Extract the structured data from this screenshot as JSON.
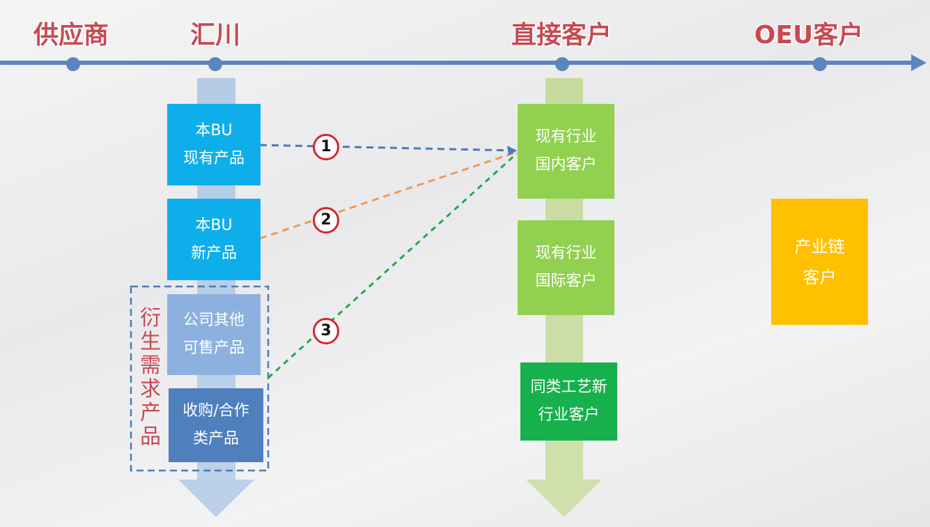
{
  "timeline": {
    "labels": [
      "供应商",
      "汇川",
      "直接客户",
      "OEU客户"
    ]
  },
  "left_column": {
    "existing_product": [
      "本BU",
      "现有产品"
    ],
    "new_product": [
      "本BU",
      "新产品"
    ],
    "other_products": [
      "公司其他",
      "可售产品"
    ],
    "acquired_products": [
      "收购/合作",
      "类产品"
    ],
    "derived_group_label": "衍生需求产品"
  },
  "middle_column": {
    "domestic": [
      "现有行业",
      "国内客户"
    ],
    "international": [
      "现有行业",
      "国际客户"
    ],
    "new_industry": [
      "同类工艺新",
      "行业客户"
    ]
  },
  "right_column": {
    "chain": [
      "产业链",
      "客户"
    ]
  },
  "paths": [
    {
      "number": "1",
      "color": "#4a7ab8"
    },
    {
      "number": "2",
      "color": "#ee9a55"
    },
    {
      "number": "3",
      "color": "#1fa84a"
    }
  ],
  "colors": {
    "axis": "#5b86bd",
    "label": "#c74a52",
    "blue_box": "#0eaeea",
    "light_blue_box": "#8db1de",
    "dark_blue_box": "#4f7fbd",
    "green_box": "#92d050",
    "dark_green_box": "#16b04d",
    "orange_box": "#ffc000"
  }
}
